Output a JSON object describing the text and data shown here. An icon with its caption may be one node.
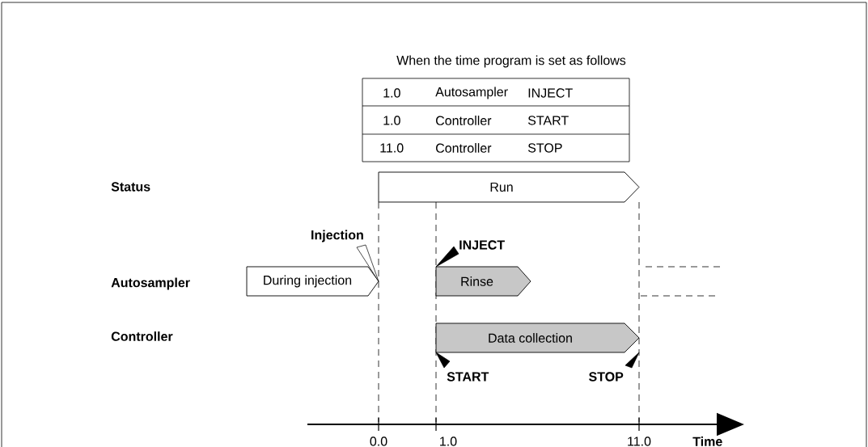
{
  "diagram": {
    "nodes": [
      {
        "text": [
          "Run"
        ]
      },
      {
        "text": [
          "During injection"
        ]
      },
      {
        "text": [
          "Rinse"
        ]
      },
      {
        "text": [
          "Data collection"
        ]
      }
    ],
    "labels": [
      "When the time program is set as follows",
      "1.0",
      "Autosampler",
      "INJECT",
      "1.0",
      "Controller",
      "START",
      "11.0",
      "Controller",
      "STOP",
      "Status",
      "Injection",
      "INJECT",
      "Autosampler",
      "Controller",
      "START",
      "STOP",
      "0.0",
      "1.0",
      "11.0",
      "Time"
    ]
  }
}
